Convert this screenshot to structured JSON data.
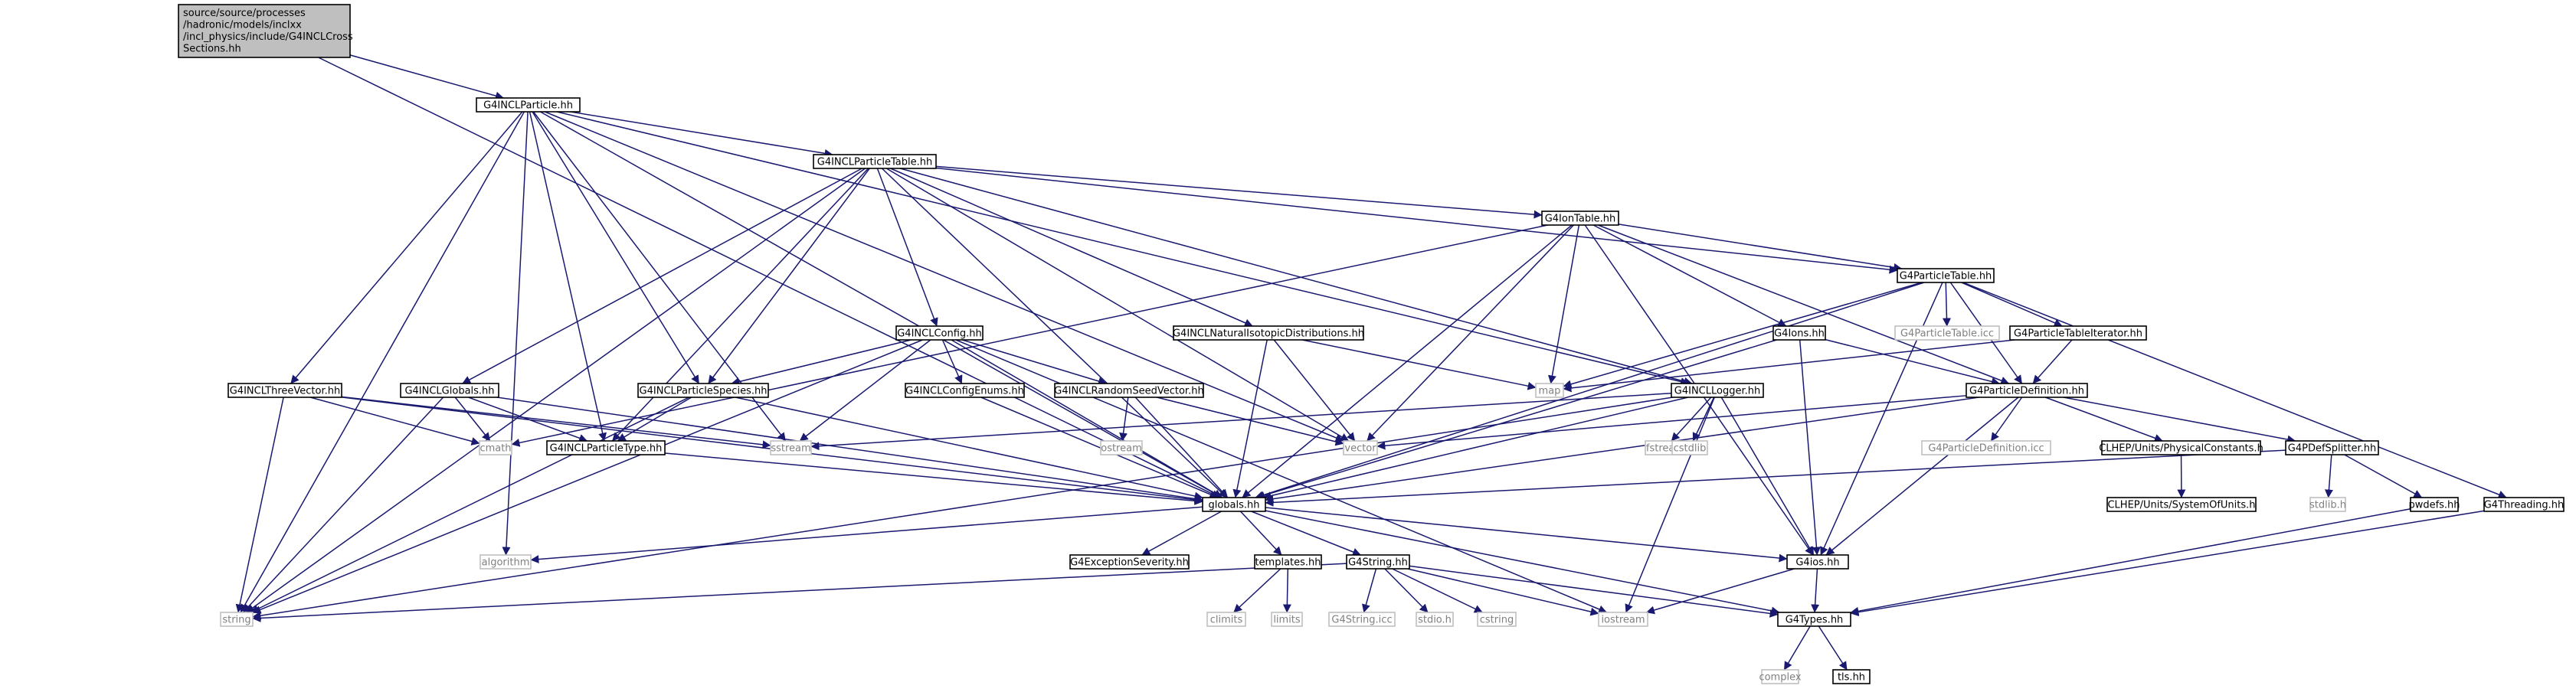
{
  "graph": {
    "root": "src",
    "colors": {
      "root_fill": "#bfbfbf",
      "root_border": "#000000",
      "node_fill": "#ffffff",
      "node_border": "#000000",
      "external_border": "#bfbfbf",
      "external_text": "#808080",
      "edge": "#191970"
    },
    "nodes": [
      {
        "id": "src",
        "lines": [
          "source/source/processes",
          "/hadronic/models/inclxx",
          "/incl_physics/include/G4INCLCross",
          "Sections.hh"
        ],
        "kind": "root"
      },
      {
        "id": "particle",
        "lines": [
          "G4INCLParticle.hh"
        ],
        "kind": "file"
      },
      {
        "id": "particletable_incl",
        "lines": [
          "G4INCLParticleTable.hh"
        ],
        "kind": "file"
      },
      {
        "id": "iontable",
        "lines": [
          "G4IonTable.hh"
        ],
        "kind": "file"
      },
      {
        "id": "g4particletable",
        "lines": [
          "G4ParticleTable.hh"
        ],
        "kind": "file"
      },
      {
        "id": "config",
        "lines": [
          "G4INCLConfig.hh"
        ],
        "kind": "file"
      },
      {
        "id": "natiso",
        "lines": [
          "G4INCLNaturalIsotopicDistributions.hh"
        ],
        "kind": "file"
      },
      {
        "id": "g4ions",
        "lines": [
          "G4Ions.hh"
        ],
        "kind": "file"
      },
      {
        "id": "ptable_icc",
        "lines": [
          "G4ParticleTable.icc"
        ],
        "kind": "external"
      },
      {
        "id": "ptable_iter",
        "lines": [
          "G4ParticleTableIterator.hh"
        ],
        "kind": "file"
      },
      {
        "id": "threevector",
        "lines": [
          "G4INCLThreeVector.hh"
        ],
        "kind": "file"
      },
      {
        "id": "inclglobals",
        "lines": [
          "G4INCLGlobals.hh"
        ],
        "kind": "file"
      },
      {
        "id": "species",
        "lines": [
          "G4INCLParticleSpecies.hh"
        ],
        "kind": "file"
      },
      {
        "id": "configenums",
        "lines": [
          "G4INCLConfigEnums.hh"
        ],
        "kind": "file"
      },
      {
        "id": "randomseed",
        "lines": [
          "G4INCLRandomSeedVector.hh"
        ],
        "kind": "file"
      },
      {
        "id": "map",
        "lines": [
          "map"
        ],
        "kind": "external"
      },
      {
        "id": "logger",
        "lines": [
          "G4INCLLogger.hh"
        ],
        "kind": "file"
      },
      {
        "id": "pdef",
        "lines": [
          "G4ParticleDefinition.hh"
        ],
        "kind": "file"
      },
      {
        "id": "cmath",
        "lines": [
          "cmath"
        ],
        "kind": "external"
      },
      {
        "id": "sstream",
        "lines": [
          "sstream"
        ],
        "kind": "external"
      },
      {
        "id": "particletype",
        "lines": [
          "G4INCLParticleType.hh"
        ],
        "kind": "file"
      },
      {
        "id": "ostream",
        "lines": [
          "ostream"
        ],
        "kind": "external"
      },
      {
        "id": "vector",
        "lines": [
          "vector"
        ],
        "kind": "external"
      },
      {
        "id": "fstream",
        "lines": [
          "fstream"
        ],
        "kind": "external"
      },
      {
        "id": "cstdlib",
        "lines": [
          "cstdlib"
        ],
        "kind": "external"
      },
      {
        "id": "pdef_icc",
        "lines": [
          "G4ParticleDefinition.icc"
        ],
        "kind": "external"
      },
      {
        "id": "physconst",
        "lines": [
          "CLHEP/Units/PhysicalConstants.h"
        ],
        "kind": "file"
      },
      {
        "id": "pdefsplitter",
        "lines": [
          "G4PDefSplitter.hh"
        ],
        "kind": "file"
      },
      {
        "id": "globals",
        "lines": [
          "globals.hh"
        ],
        "kind": "file"
      },
      {
        "id": "sysunits",
        "lines": [
          "CLHEP/Units/SystemOfUnits.h"
        ],
        "kind": "file"
      },
      {
        "id": "stdlib",
        "lines": [
          "stdlib.h"
        ],
        "kind": "external"
      },
      {
        "id": "pwdefs",
        "lines": [
          "pwdefs.hh"
        ],
        "kind": "file"
      },
      {
        "id": "threading",
        "lines": [
          "G4Threading.hh"
        ],
        "kind": "file"
      },
      {
        "id": "algorithm",
        "lines": [
          "algorithm"
        ],
        "kind": "external"
      },
      {
        "id": "excsev",
        "lines": [
          "G4ExceptionSeverity.hh"
        ],
        "kind": "file"
      },
      {
        "id": "templates",
        "lines": [
          "templates.hh"
        ],
        "kind": "file"
      },
      {
        "id": "g4string",
        "lines": [
          "G4String.hh"
        ],
        "kind": "file"
      },
      {
        "id": "g4ios",
        "lines": [
          "G4ios.hh"
        ],
        "kind": "file"
      },
      {
        "id": "string",
        "lines": [
          "string"
        ],
        "kind": "external"
      },
      {
        "id": "climits",
        "lines": [
          "climits"
        ],
        "kind": "external"
      },
      {
        "id": "limits",
        "lines": [
          "limits"
        ],
        "kind": "external"
      },
      {
        "id": "g4string_icc",
        "lines": [
          "G4String.icc"
        ],
        "kind": "external"
      },
      {
        "id": "stdio",
        "lines": [
          "stdio.h"
        ],
        "kind": "external"
      },
      {
        "id": "cstring",
        "lines": [
          "cstring"
        ],
        "kind": "external"
      },
      {
        "id": "iostream",
        "lines": [
          "iostream"
        ],
        "kind": "external"
      },
      {
        "id": "g4types",
        "lines": [
          "G4Types.hh"
        ],
        "kind": "file"
      },
      {
        "id": "complex",
        "lines": [
          "complex"
        ],
        "kind": "external"
      },
      {
        "id": "tls",
        "lines": [
          "tls.hh"
        ],
        "kind": "file"
      }
    ],
    "edges": [
      [
        "src",
        "particle"
      ],
      [
        "src",
        "globals"
      ],
      [
        "particle",
        "particletable_incl"
      ],
      [
        "particle",
        "threevector"
      ],
      [
        "particle",
        "species"
      ],
      [
        "particle",
        "particletype"
      ],
      [
        "particle",
        "globals"
      ],
      [
        "particle",
        "sstream"
      ],
      [
        "particle",
        "vector"
      ],
      [
        "particle",
        "string"
      ],
      [
        "particle",
        "algorithm"
      ],
      [
        "particle",
        "logger"
      ],
      [
        "particletable_incl",
        "iontable"
      ],
      [
        "particletable_incl",
        "g4particletable"
      ],
      [
        "particletable_incl",
        "config"
      ],
      [
        "particletable_incl",
        "natiso"
      ],
      [
        "particletable_incl",
        "inclglobals"
      ],
      [
        "particletable_incl",
        "species"
      ],
      [
        "particletable_incl",
        "particletype"
      ],
      [
        "particletable_incl",
        "logger"
      ],
      [
        "particletable_incl",
        "globals"
      ],
      [
        "particletable_incl",
        "vector"
      ],
      [
        "particletable_incl",
        "string"
      ],
      [
        "iontable",
        "g4particletable"
      ],
      [
        "iontable",
        "g4ions"
      ],
      [
        "iontable",
        "pdef"
      ],
      [
        "iontable",
        "globals"
      ],
      [
        "iontable",
        "map"
      ],
      [
        "iontable",
        "vector"
      ],
      [
        "iontable",
        "g4ios"
      ],
      [
        "iontable",
        "cmath"
      ],
      [
        "g4particletable",
        "ptable_icc"
      ],
      [
        "g4particletable",
        "ptable_iter"
      ],
      [
        "g4particletable",
        "pdef"
      ],
      [
        "g4particletable",
        "globals"
      ],
      [
        "g4particletable",
        "map"
      ],
      [
        "g4particletable",
        "threading"
      ],
      [
        "g4particletable",
        "g4ios"
      ],
      [
        "config",
        "species"
      ],
      [
        "config",
        "configenums"
      ],
      [
        "config",
        "randomseed"
      ],
      [
        "config",
        "globals"
      ],
      [
        "config",
        "sstream"
      ],
      [
        "config",
        "string"
      ],
      [
        "config",
        "iostream"
      ],
      [
        "natiso",
        "globals"
      ],
      [
        "natiso",
        "vector"
      ],
      [
        "natiso",
        "map"
      ],
      [
        "g4ions",
        "pdef"
      ],
      [
        "g4ions",
        "globals"
      ],
      [
        "g4ions",
        "g4ios"
      ],
      [
        "ptable_iter",
        "pdef"
      ],
      [
        "ptable_iter",
        "map"
      ],
      [
        "threevector",
        "globals"
      ],
      [
        "threevector",
        "sstream"
      ],
      [
        "threevector",
        "cmath"
      ],
      [
        "threevector",
        "string"
      ],
      [
        "inclglobals",
        "globals"
      ],
      [
        "inclglobals",
        "cmath"
      ],
      [
        "inclglobals",
        "string"
      ],
      [
        "inclglobals",
        "particletype"
      ],
      [
        "species",
        "particletype"
      ],
      [
        "species",
        "globals"
      ],
      [
        "species",
        "string"
      ],
      [
        "configenums",
        "globals"
      ],
      [
        "randomseed",
        "vector"
      ],
      [
        "randomseed",
        "ostream"
      ],
      [
        "randomseed",
        "globals"
      ],
      [
        "logger",
        "globals"
      ],
      [
        "logger",
        "sstream"
      ],
      [
        "logger",
        "fstream"
      ],
      [
        "logger",
        "cstdlib"
      ],
      [
        "logger",
        "iostream"
      ],
      [
        "logger",
        "g4ios"
      ],
      [
        "logger",
        "string"
      ],
      [
        "pdef",
        "pdef_icc"
      ],
      [
        "pdef",
        "physconst"
      ],
      [
        "pdef",
        "pdefsplitter"
      ],
      [
        "pdef",
        "globals"
      ],
      [
        "pdef",
        "vector"
      ],
      [
        "pdef",
        "g4ios"
      ],
      [
        "physconst",
        "sysunits"
      ],
      [
        "pdefsplitter",
        "stdlib"
      ],
      [
        "pdefsplitter",
        "pwdefs"
      ],
      [
        "pdefsplitter",
        "globals"
      ],
      [
        "pwdefs",
        "g4types"
      ],
      [
        "threading",
        "g4types"
      ],
      [
        "particletype",
        "globals"
      ],
      [
        "globals",
        "algorithm"
      ],
      [
        "globals",
        "excsev"
      ],
      [
        "globals",
        "templates"
      ],
      [
        "globals",
        "g4string"
      ],
      [
        "globals",
        "g4ios"
      ],
      [
        "globals",
        "g4types"
      ],
      [
        "templates",
        "climits"
      ],
      [
        "templates",
        "limits"
      ],
      [
        "g4string",
        "string"
      ],
      [
        "g4string",
        "g4string_icc"
      ],
      [
        "g4string",
        "stdio"
      ],
      [
        "g4string",
        "cstring"
      ],
      [
        "g4string",
        "iostream"
      ],
      [
        "g4string",
        "g4types"
      ],
      [
        "g4ios",
        "g4types"
      ],
      [
        "g4ios",
        "iostream"
      ],
      [
        "g4types",
        "complex"
      ],
      [
        "g4types",
        "tls"
      ]
    ]
  }
}
